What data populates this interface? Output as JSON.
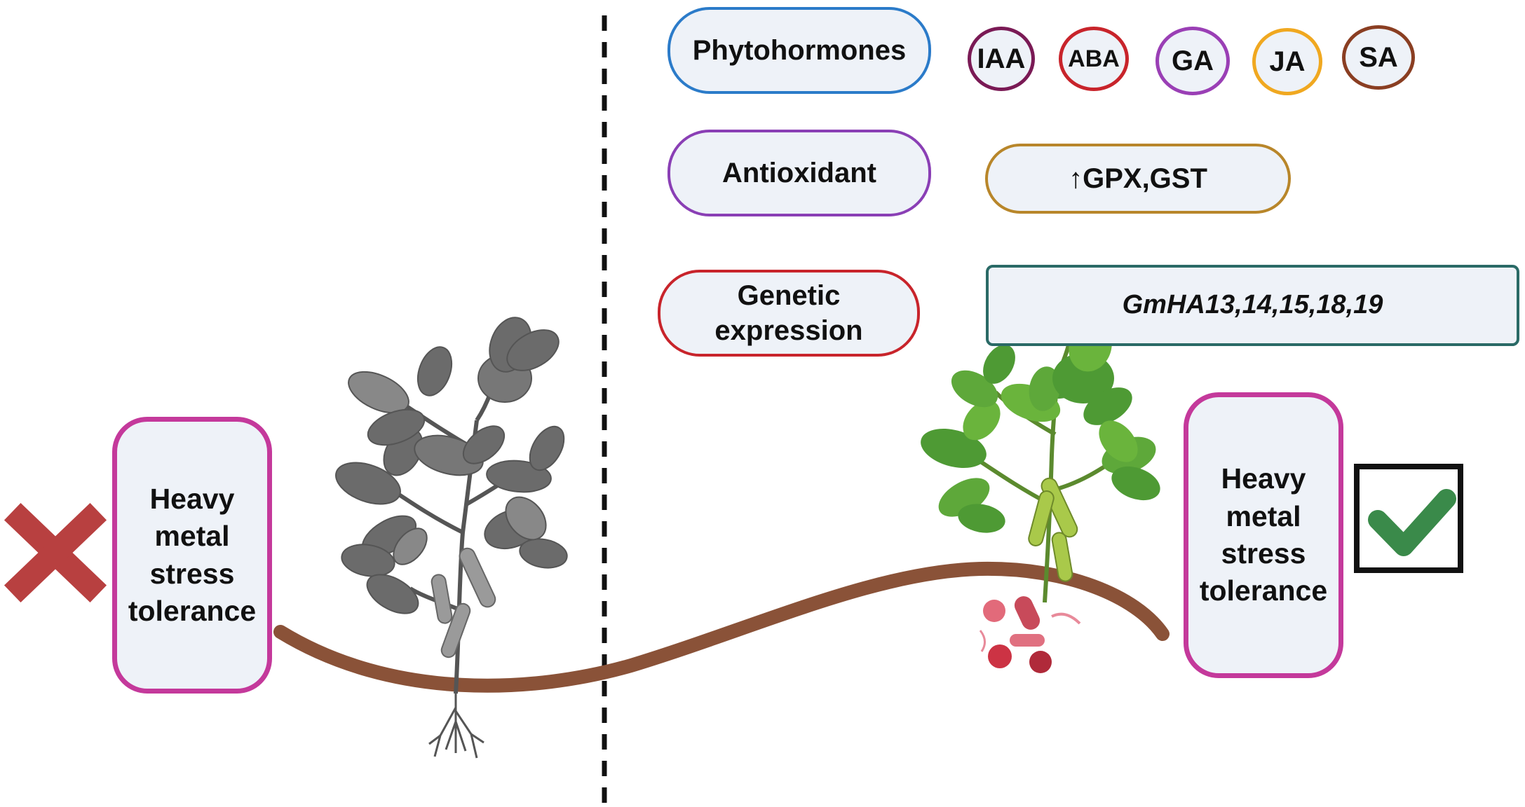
{
  "categories": {
    "phytohormones": "Phytohormones",
    "antioxidant": "Antioxidant",
    "genetic_expression_line1": "Genetic",
    "genetic_expression_line2": "expression"
  },
  "hormones": [
    "IAA",
    "ABA",
    "GA",
    "JA",
    "SA"
  ],
  "antioxidant_result": {
    "arrow": "↑",
    "text": "GPX,GST"
  },
  "genes": {
    "prefix": "GmHA13",
    "suffix": ",14,15,18,19"
  },
  "left_panel": {
    "label_lines": [
      "Heavy",
      "metal",
      "stress",
      "tolerance"
    ],
    "status_icon": "cross-icon"
  },
  "right_panel": {
    "label_lines": [
      "Heavy",
      "metal",
      "stress",
      "tolerance"
    ],
    "status_icon": "checkmark-icon"
  },
  "colors": {
    "phytohormones_border": "#2b7bc9",
    "antioxidant_border": "#8a3fb5",
    "genetic_border": "#c8242b",
    "iaa": "#7a1a55",
    "aba": "#c8242b",
    "ga": "#9a3fb5",
    "ja": "#f0a820",
    "sa": "#8a3e22",
    "gpx_border": "#b8862a",
    "genes_border": "#2a6a66",
    "tolerance_border": "#c4399b",
    "soil": "#8a5238",
    "cross": "#b84040",
    "check": "#3a8a4a"
  }
}
